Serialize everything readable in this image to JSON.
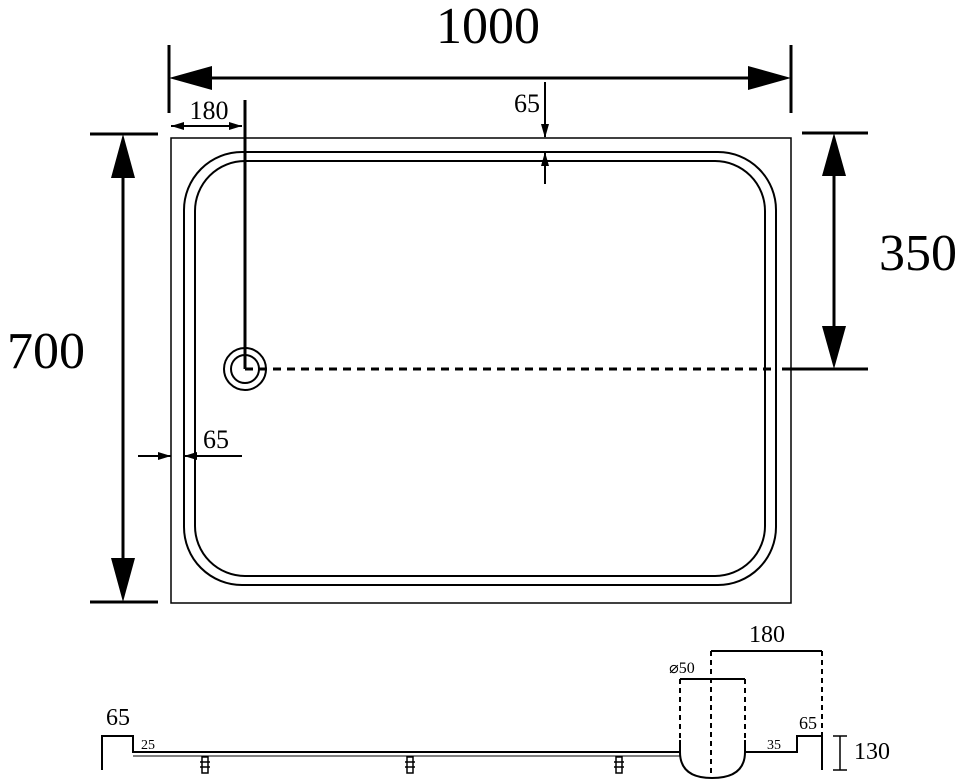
{
  "plan": {
    "width_label": "1000",
    "height_label": "700",
    "drain_offset_right_label": "350",
    "drain_offset_left_label": "180",
    "rim_top_label": "65",
    "rim_left_label": "65"
  },
  "section": {
    "rim_left_label": "65",
    "inner_left_label": "25",
    "drain_diameter_label": "⌀50",
    "drain_offset_label": "180",
    "inner_right_label": "35",
    "rim_right_label": "65",
    "height_label": "130"
  },
  "colors": {
    "stroke": "#000000",
    "background": "#ffffff"
  }
}
